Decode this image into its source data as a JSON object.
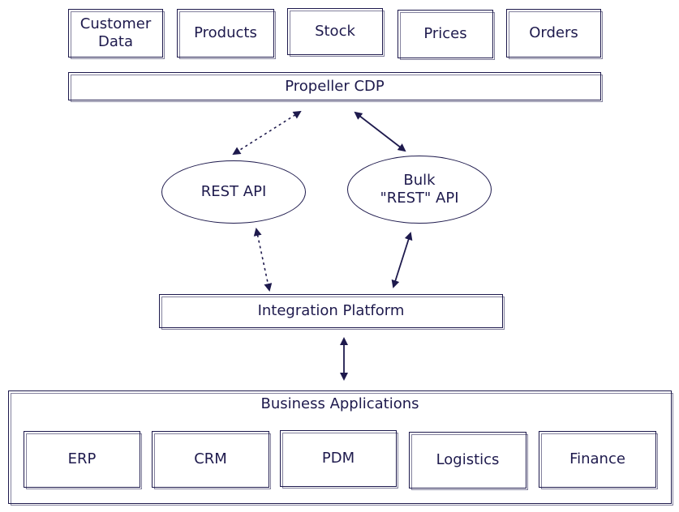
{
  "data_sources": [
    {
      "label": "Customer\nData"
    },
    {
      "label": "Products"
    },
    {
      "label": "Stock"
    },
    {
      "label": "Prices"
    },
    {
      "label": "Orders"
    }
  ],
  "cdp": {
    "label": "Propeller CDP"
  },
  "apis": {
    "rest": {
      "label": "REST API"
    },
    "bulk": {
      "label": "Bulk\n\"REST\" API"
    }
  },
  "integration": {
    "label": "Integration Platform"
  },
  "business": {
    "title": "Business Applications",
    "apps": [
      {
        "label": "ERP"
      },
      {
        "label": "CRM"
      },
      {
        "label": "PDM"
      },
      {
        "label": "Logistics"
      },
      {
        "label": "Finance"
      }
    ]
  },
  "colors": {
    "ink": "#1e1a4d",
    "background": "#ffffff"
  }
}
